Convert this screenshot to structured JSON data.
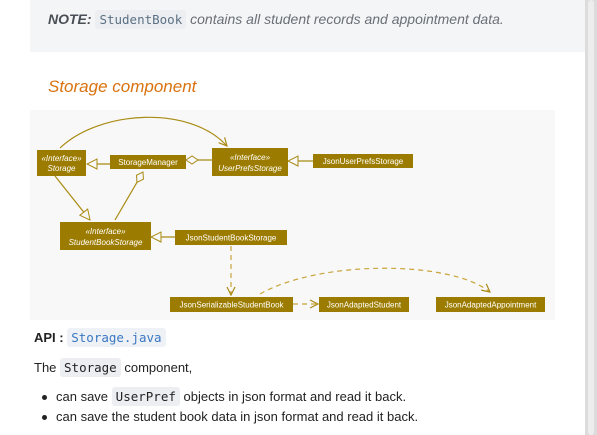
{
  "note": {
    "label": "NOTE:",
    "code": "StudentBook",
    "text": "contains all student records and appointment data."
  },
  "section": {
    "heading": "Storage component"
  },
  "diagram": {
    "nodes": {
      "storage": {
        "stereotype": "«Interface»",
        "name": "Storage"
      },
      "storage_manager": {
        "name": "StorageManager"
      },
      "user_prefs_storage": {
        "stereotype": "«Interface»",
        "name": "UserPrefsStorage"
      },
      "json_user_prefs_storage": {
        "name": "JsonUserPrefsStorage"
      },
      "student_book_storage": {
        "stereotype": "«Interface»",
        "name": "StudentBookStorage"
      },
      "json_student_book_storage": {
        "name": "JsonStudentBookStorage"
      },
      "json_serializable_student_book": {
        "name": "JsonSerializableStudentBook"
      },
      "json_adapted_student": {
        "name": "JsonAdaptedStudent"
      },
      "json_adapted_appointment": {
        "name": "JsonAdaptedAppointment"
      }
    },
    "colors": {
      "node_fill": "#9c7c00",
      "node_text": "#ffffff",
      "arrow": "#a98a12",
      "dashed": "#c9a43a"
    }
  },
  "api": {
    "label": "API :",
    "link": "Storage.java"
  },
  "description": {
    "prefix": "The",
    "code": "Storage",
    "suffix": "component,"
  },
  "bullets": [
    {
      "prefix": "can save",
      "code": "UserPref",
      "suffix": "objects in json format and read it back."
    },
    {
      "text": "can save the student book data in json format and read it back."
    }
  ]
}
